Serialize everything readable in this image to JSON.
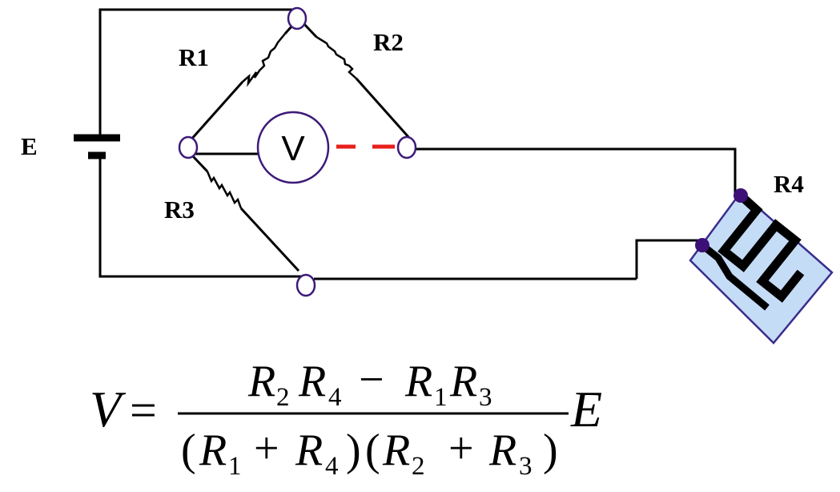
{
  "labels": {
    "battery": "E",
    "r1": "R1",
    "r2": "R2",
    "r3": "R3",
    "r4": "R4",
    "voltmeter": "V"
  },
  "formula": {
    "lhs": "V",
    "equals": "=",
    "num_a": "R",
    "num_a_sub": "2",
    "num_b": "R",
    "num_b_sub": "4",
    "num_minus": "−",
    "num_c": "R",
    "num_c_sub": "1",
    "num_d": "R",
    "num_d_sub": "3",
    "den_open1": "(",
    "den_a": "R",
    "den_a_sub": "1",
    "den_plus1": "+",
    "den_b": "R",
    "den_b_sub": "4",
    "den_close1": ")",
    "den_open2": "(",
    "den_c": "R",
    "den_c_sub": "2",
    "den_plus2": "+",
    "den_d": "R",
    "den_d_sub": "3",
    "den_close2": ")",
    "rhs": "E"
  },
  "colors": {
    "wire": "#000000",
    "node_outline": "#3d1a78",
    "probe_dash": "#e8201c",
    "gauge_fill": "#c5dcf7",
    "gauge_border": "#3a2d8c",
    "gauge_terminal": "#3d1078"
  }
}
